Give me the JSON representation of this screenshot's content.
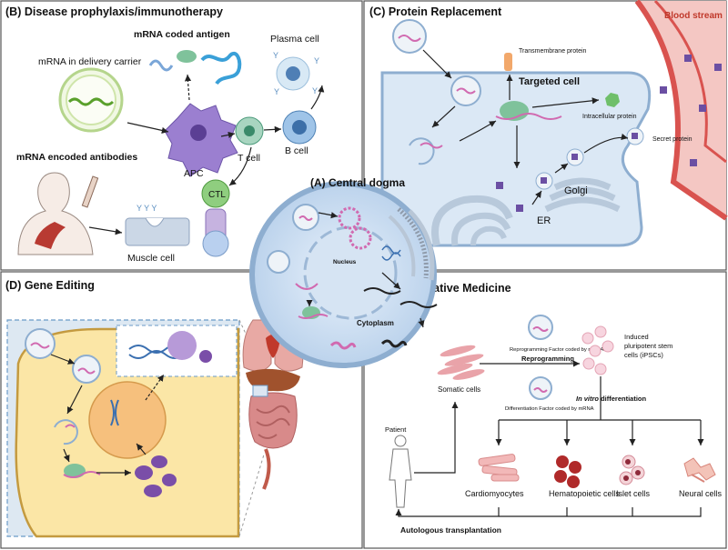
{
  "panels": {
    "b": {
      "title": "(B) Disease prophylaxis/immunotherapy",
      "mrna_coded_antigen": "mRNA coded antigen",
      "plasma_cell": "Plasma cell",
      "mrna_delivery": "mRNA in delivery carrier",
      "mrna_antibodies": "mRNA encoded antibodies",
      "apc": "APC",
      "t_cell": "T cell",
      "b_cell": "B cell",
      "ctl": "CTL",
      "muscle_cell": "Muscle cell"
    },
    "c": {
      "title": "(C) Protein Replacement",
      "blood_stream": "Blood stream",
      "transmembrane": "Transmembrane protein",
      "targeted_cell": "Targeted cell",
      "intracellular": "Intracellular protein",
      "secret": "Secret protein",
      "golgi": "Golgi",
      "er": "ER"
    },
    "a": {
      "title": "(A) Central dogma",
      "nucleus": "Nucleus",
      "cytoplasm": "Cytoplasm"
    },
    "d": {
      "title": "(D) Gene Editing"
    },
    "e": {
      "title": "(E) Regenerative Medicine",
      "reprog_factor": "Reprogramming  Factor coded by mRNA",
      "reprogramming": "Reprogramming",
      "ipsc_line1": "Induced",
      "ipsc_line2": "pluripotent stem",
      "ipsc_line3": "cells (iPSCs)",
      "somatic": "Somatic cells",
      "diff_factor": "Differentiation Factor coded by mRNA",
      "in_vitro": "In vitro",
      "differentiation": " differentiation",
      "patient": "Patient",
      "cardiomyocytes": "Cardiomyocytes",
      "hematopoietic": "Hematopoietic cells",
      "islet": "Islet cells",
      "neural": "Neural cells",
      "autologous": "Autologous transplantation"
    }
  },
  "colors": {
    "frame": "#555555",
    "cell_fill": "#dbe8f5",
    "cell_stroke": "#8eaed0",
    "blood": "#f4c7c3",
    "blood_edge": "#d9534f",
    "mrna": "#d16ab0",
    "protein": "#6b4fa3",
    "ribosome": "#7fc29b",
    "apc": "#9b7fd0",
    "t_cell": "#a8d5c0",
    "b_cell": "#9fc4e8",
    "ctl": "#8fce7f",
    "yellow_cell": "#fbe6a6",
    "nucleus_orange": "#f6c07d",
    "red_cell": "#b02a2a"
  }
}
